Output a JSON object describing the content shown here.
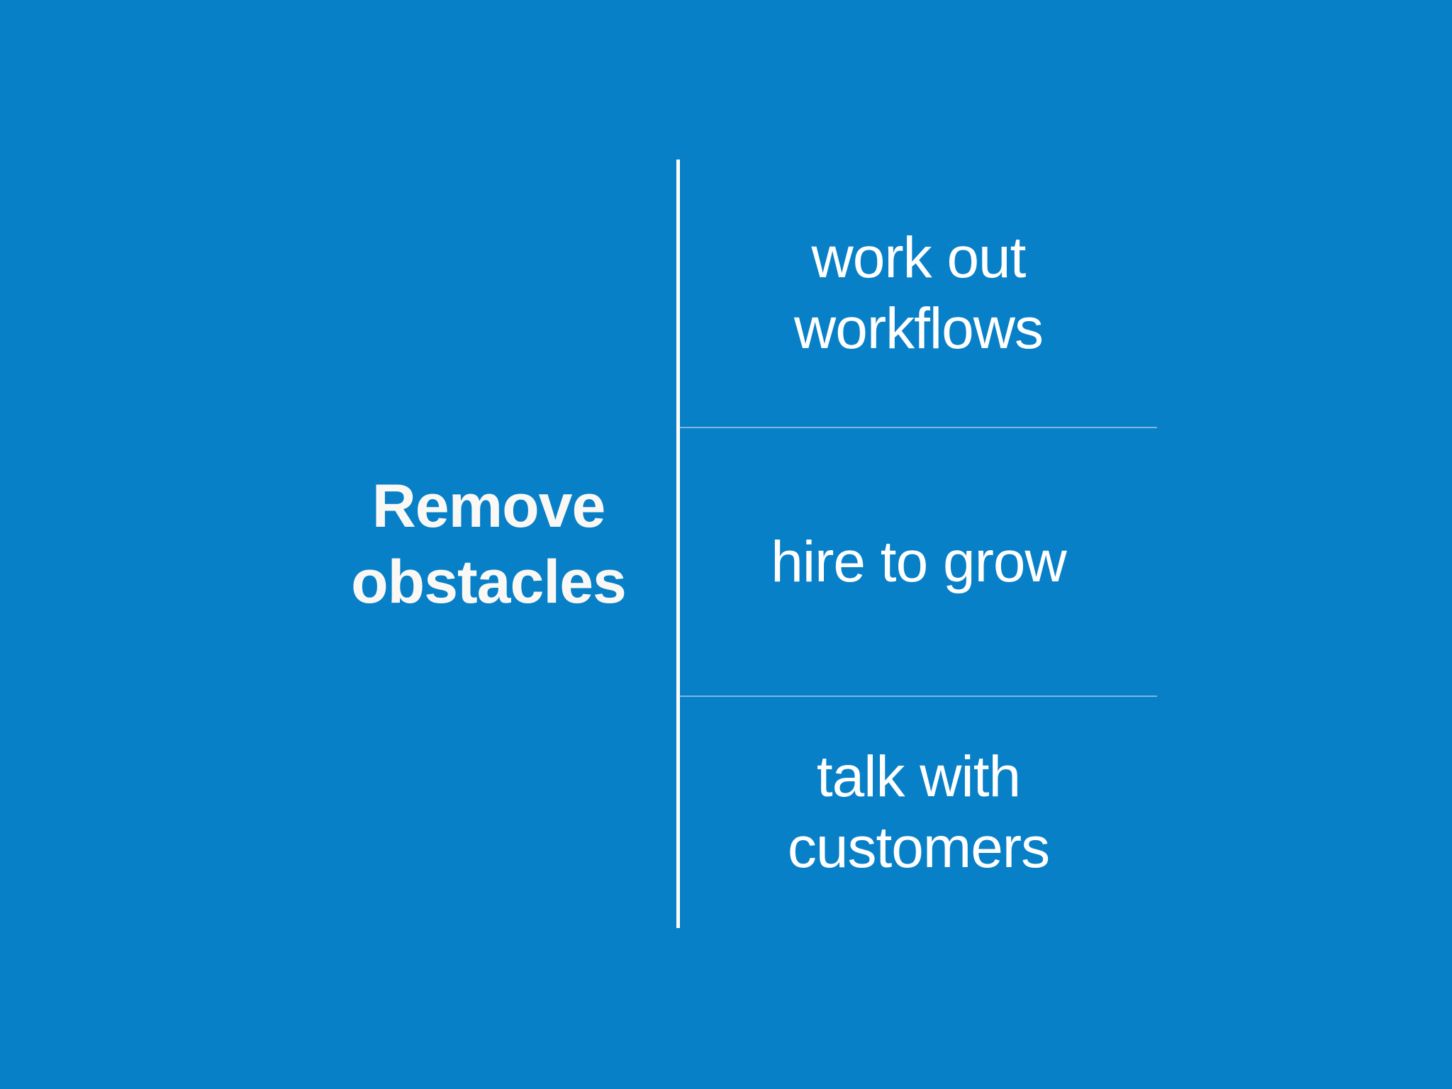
{
  "slide": {
    "kind": "presentation-slide",
    "title": {
      "text": "Remove obstacles",
      "lines": [
        "Remove",
        "obstacles"
      ]
    },
    "items": [
      {
        "text": "work out workflows",
        "lines": [
          "work out",
          "workflows"
        ]
      },
      {
        "text": "hire to grow",
        "lines": [
          "hire to grow",
          ""
        ]
      },
      {
        "text": "talk with customers",
        "lines": [
          "talk with",
          "customers"
        ]
      }
    ]
  },
  "colors": {
    "background": "#0880C7",
    "divider_line": "#FDFEFE",
    "separator_line": "#7DB7E0",
    "title_text": "#FAF8F5",
    "item_text": "#FFFFFF"
  }
}
